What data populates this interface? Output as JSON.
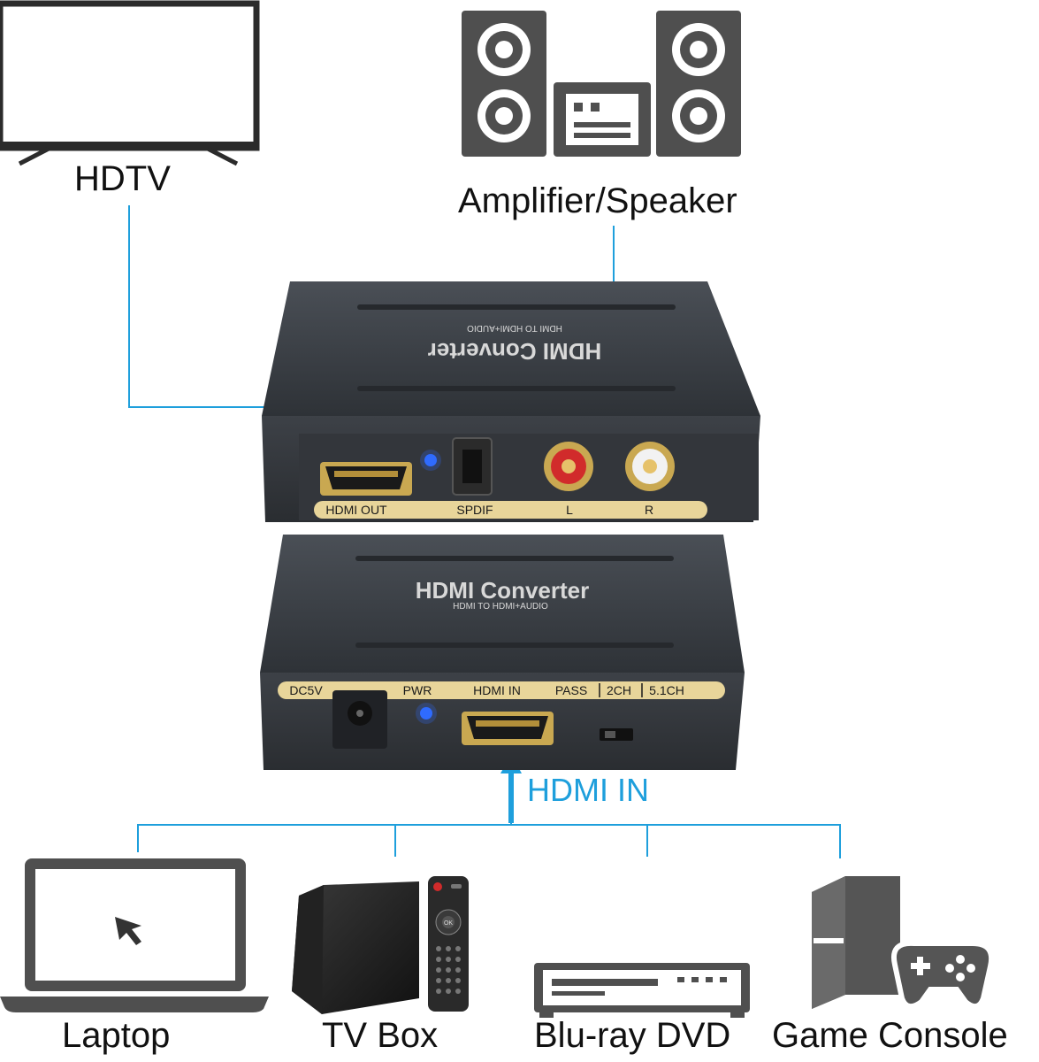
{
  "labels": {
    "hdtv": "HDTV",
    "amplifier": "Amplifier/Speaker",
    "hdmi_in_arrow": "HDMI IN",
    "laptop": "Laptop",
    "tv_box": "TV Box",
    "bluray": "Blu-ray DVD",
    "game_console": "Game Console"
  },
  "converter_back": {
    "title": "HDMI Converter",
    "subtitle": "HDMI TO HDMI+AUDIO",
    "ports": [
      "HDMI OUT",
      "SPDIF",
      "L",
      "R"
    ]
  },
  "converter_front": {
    "title": "HDMI Converter",
    "subtitle": "HDMI TO HDMI+AUDIO",
    "ports": [
      "DC5V",
      "PWR",
      "HDMI IN",
      "PASS",
      "2CH",
      "5.1CH"
    ]
  },
  "remote": {
    "ok": "OK"
  },
  "colors": {
    "line_blue": "#1e9fdc",
    "device_dark": "#3a3e44",
    "gold": "#e8d59a",
    "led_blue": "#2f6bff",
    "icon_gray": "#555555"
  }
}
